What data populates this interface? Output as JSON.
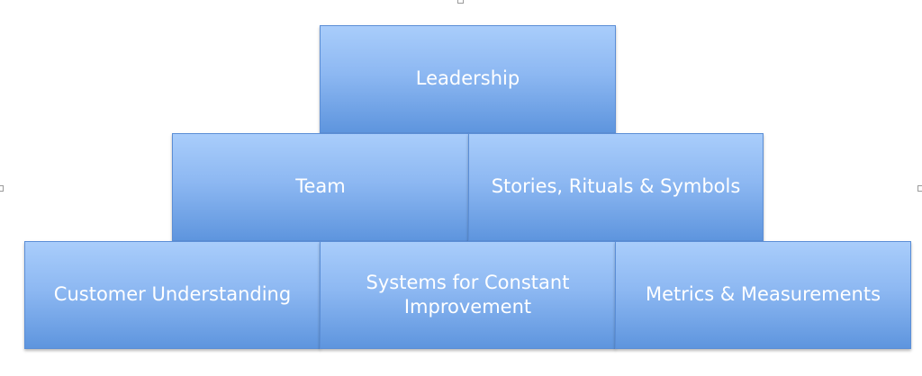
{
  "pyramid": {
    "row1": [
      {
        "label": "Leadership"
      }
    ],
    "row2": [
      {
        "label": "Team"
      },
      {
        "label": "Stories, Rituals & Symbols"
      }
    ],
    "row3": [
      {
        "label": "Customer Understanding"
      },
      {
        "line1": "Systems for Constant",
        "line2": "Improvement"
      },
      {
        "label": "Metrics & Measurements"
      }
    ]
  },
  "colors": {
    "block_top": "#a9cdfb",
    "block_bottom": "#5e95de",
    "block_border": "#5b8ed6",
    "text": "#ffffff"
  }
}
